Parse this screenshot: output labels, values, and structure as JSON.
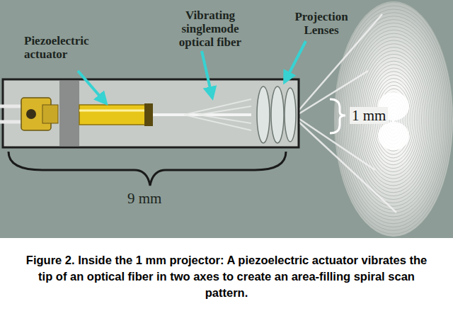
{
  "diagram": {
    "caption": "Figure 2. Inside the 1 mm projector: A piezoelectric actuator vibrates the tip of an optical fiber in two axes to create an area-filling spiral scan pattern.",
    "labels": [
      "Piezoelectric actuator",
      "Vibrating singlemode optical fiber",
      "Projection Lenses",
      "1 mm",
      "9 mm"
    ]
  }
}
